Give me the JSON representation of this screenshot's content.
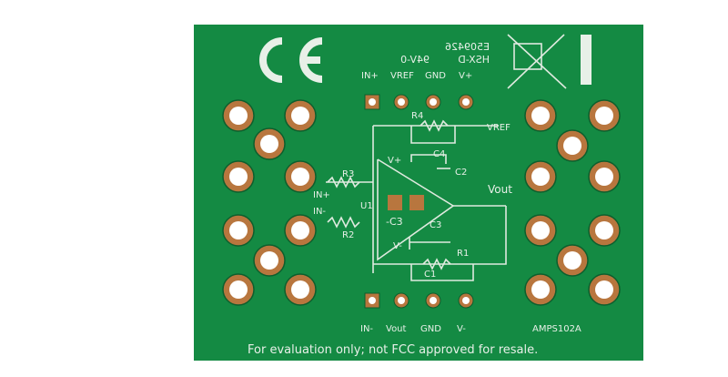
{
  "board": {
    "color": "#148a43",
    "copper": "#b8763e",
    "ce_mark": "CE",
    "codes": [
      "E509426",
      "HSX-D",
      "94V-0"
    ],
    "top_header": [
      "IN+",
      "VREF",
      "GND",
      "V+"
    ],
    "bottom_header": [
      "IN-",
      "Vout",
      "GND",
      "V-"
    ],
    "part_number": "AMPS102A",
    "disclaimer": "For evaluation only; not FCC approved for resale.",
    "schematic": {
      "R4": "R4",
      "C4": "C4",
      "VREF": "VREF",
      "Vplus": "V+",
      "C2": "C2",
      "R3": "R3",
      "INplus": "IN+",
      "U1": "U1",
      "INminus": "IN-",
      "R2": "R2",
      "C3a": "-C3",
      "C3b": "C3",
      "Vminus": "V-",
      "R1": "R1",
      "C1": "C1",
      "Vout": "Vout"
    }
  }
}
